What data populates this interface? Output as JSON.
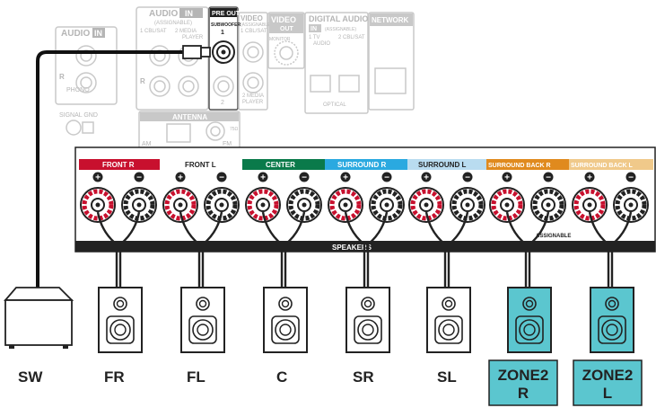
{
  "top_panel": {
    "audio_in_left": "AUDIO",
    "audio_in_left_badge": "IN",
    "phono": "PHONO",
    "signal_gnd": "SIGNAL GND",
    "audio_in_mid": "AUDIO",
    "audio_in_mid_badge": "IN",
    "assignable": "(ASSIGNABLE)",
    "cbl_sat": "1 CBL/SAT",
    "media_player": "2 MEDIA",
    "player": "PLAYER",
    "pre_out": "PRE OUT",
    "subwoofer": "SUBWOOFER",
    "sub_1": "1",
    "sub_2": "2",
    "video_in": "VIDEO",
    "video_in_sub": "IN",
    "video_assignable": "(ASSIGNABLE)",
    "video_cbl": "1 CBL/SAT",
    "video_media": "2 MEDIA",
    "video_player": "PLAYER",
    "video_out": "VIDEO",
    "video_out_sub": "OUT",
    "monitor": "MONITOR",
    "digital_audio": "DIGITAL AUDIO",
    "digital_in": "IN",
    "digital_assignable": "(ASSIGNABLE)",
    "tv_audio_1": "1  TV",
    "tv_audio_2": "AUDIO",
    "cbl_sat_2": "2 CBL/SAT",
    "optical": "OPTICAL",
    "network": "NETWORK",
    "antenna": "ANTENNA",
    "am": "AM",
    "fm": "FM",
    "ohm": "75Ω",
    "r": "R"
  },
  "terminals": {
    "front_r": "FRONT R",
    "front_l": "FRONT L",
    "center": "CENTER",
    "surround_r": "SURROUND R",
    "surround_l": "SURROUND L",
    "surround_back_r": "SURROUND BACK R",
    "surround_back_l": "SURROUND BACK L",
    "speakers": "SPEAKERS",
    "assignable": "ASSIGNABLE",
    "plus": "+",
    "minus": "−"
  },
  "speakers": {
    "sw": "SW",
    "fr": "FR",
    "fl": "FL",
    "c": "C",
    "sr": "SR",
    "sl": "SL",
    "zone2_r_1": "ZONE2",
    "zone2_r_2": "R",
    "zone2_l_1": "ZONE2",
    "zone2_l_2": "L"
  },
  "colors": {
    "front_r": "#c8102e",
    "center": "#0a7a4a",
    "surround_r": "#2aa9e0",
    "surround_l": "#b9dcf0",
    "surround_back_r": "#e08a1e",
    "surround_back_l": "#f0c98a",
    "zone_fill": "#5bc6cf",
    "panel_line": "#c8c8c8",
    "panel_text": "#b5b5b5"
  }
}
